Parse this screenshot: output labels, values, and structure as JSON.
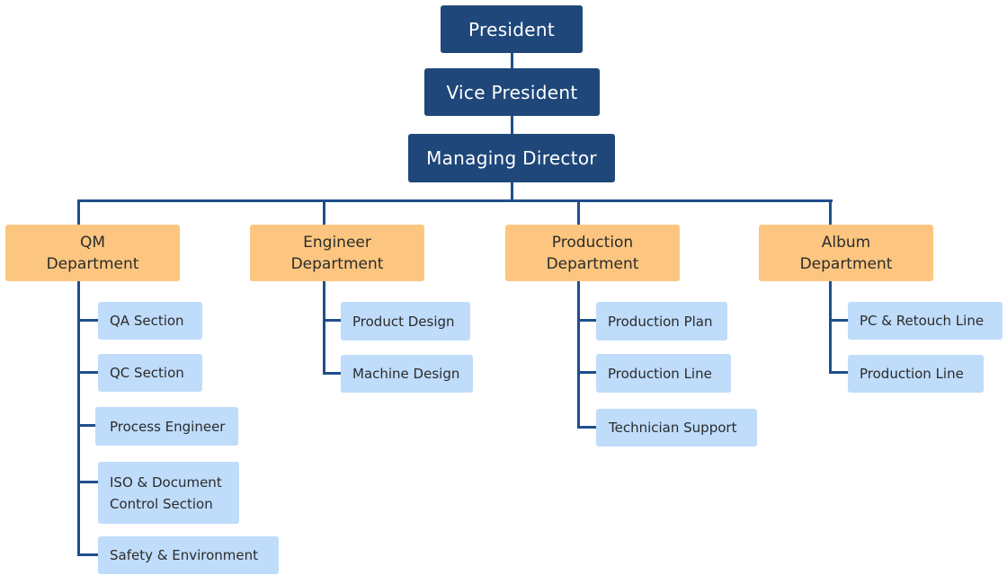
{
  "executives": {
    "president": "President",
    "vice_president": "Vice President",
    "managing_director": "Managing Director"
  },
  "departments": [
    {
      "line1": "QM",
      "line2": "Department",
      "sections": [
        {
          "line1": "QA Section"
        },
        {
          "line1": "QC Section"
        },
        {
          "line1": "Process Engineer"
        },
        {
          "line1": "ISO & Document",
          "line2": "Control Section"
        },
        {
          "line1": "Safety & Environment"
        }
      ]
    },
    {
      "line1": "Engineer",
      "line2": "Department",
      "sections": [
        {
          "line1": "Product Design"
        },
        {
          "line1": "Machine Design"
        }
      ]
    },
    {
      "line1": "Production",
      "line2": "Department",
      "sections": [
        {
          "line1": "Production Plan"
        },
        {
          "line1": "Production Line"
        },
        {
          "line1": "Technician Support"
        }
      ]
    },
    {
      "line1": "Album",
      "line2": "Department",
      "sections": [
        {
          "line1": "PC & Retouch Line"
        },
        {
          "line1": "Production Line"
        }
      ]
    }
  ],
  "colors": {
    "executive_box": "#1f477a",
    "department_box": "#fcc680",
    "section_box": "#bfdcfb",
    "connector": "#1f4e8c"
  }
}
